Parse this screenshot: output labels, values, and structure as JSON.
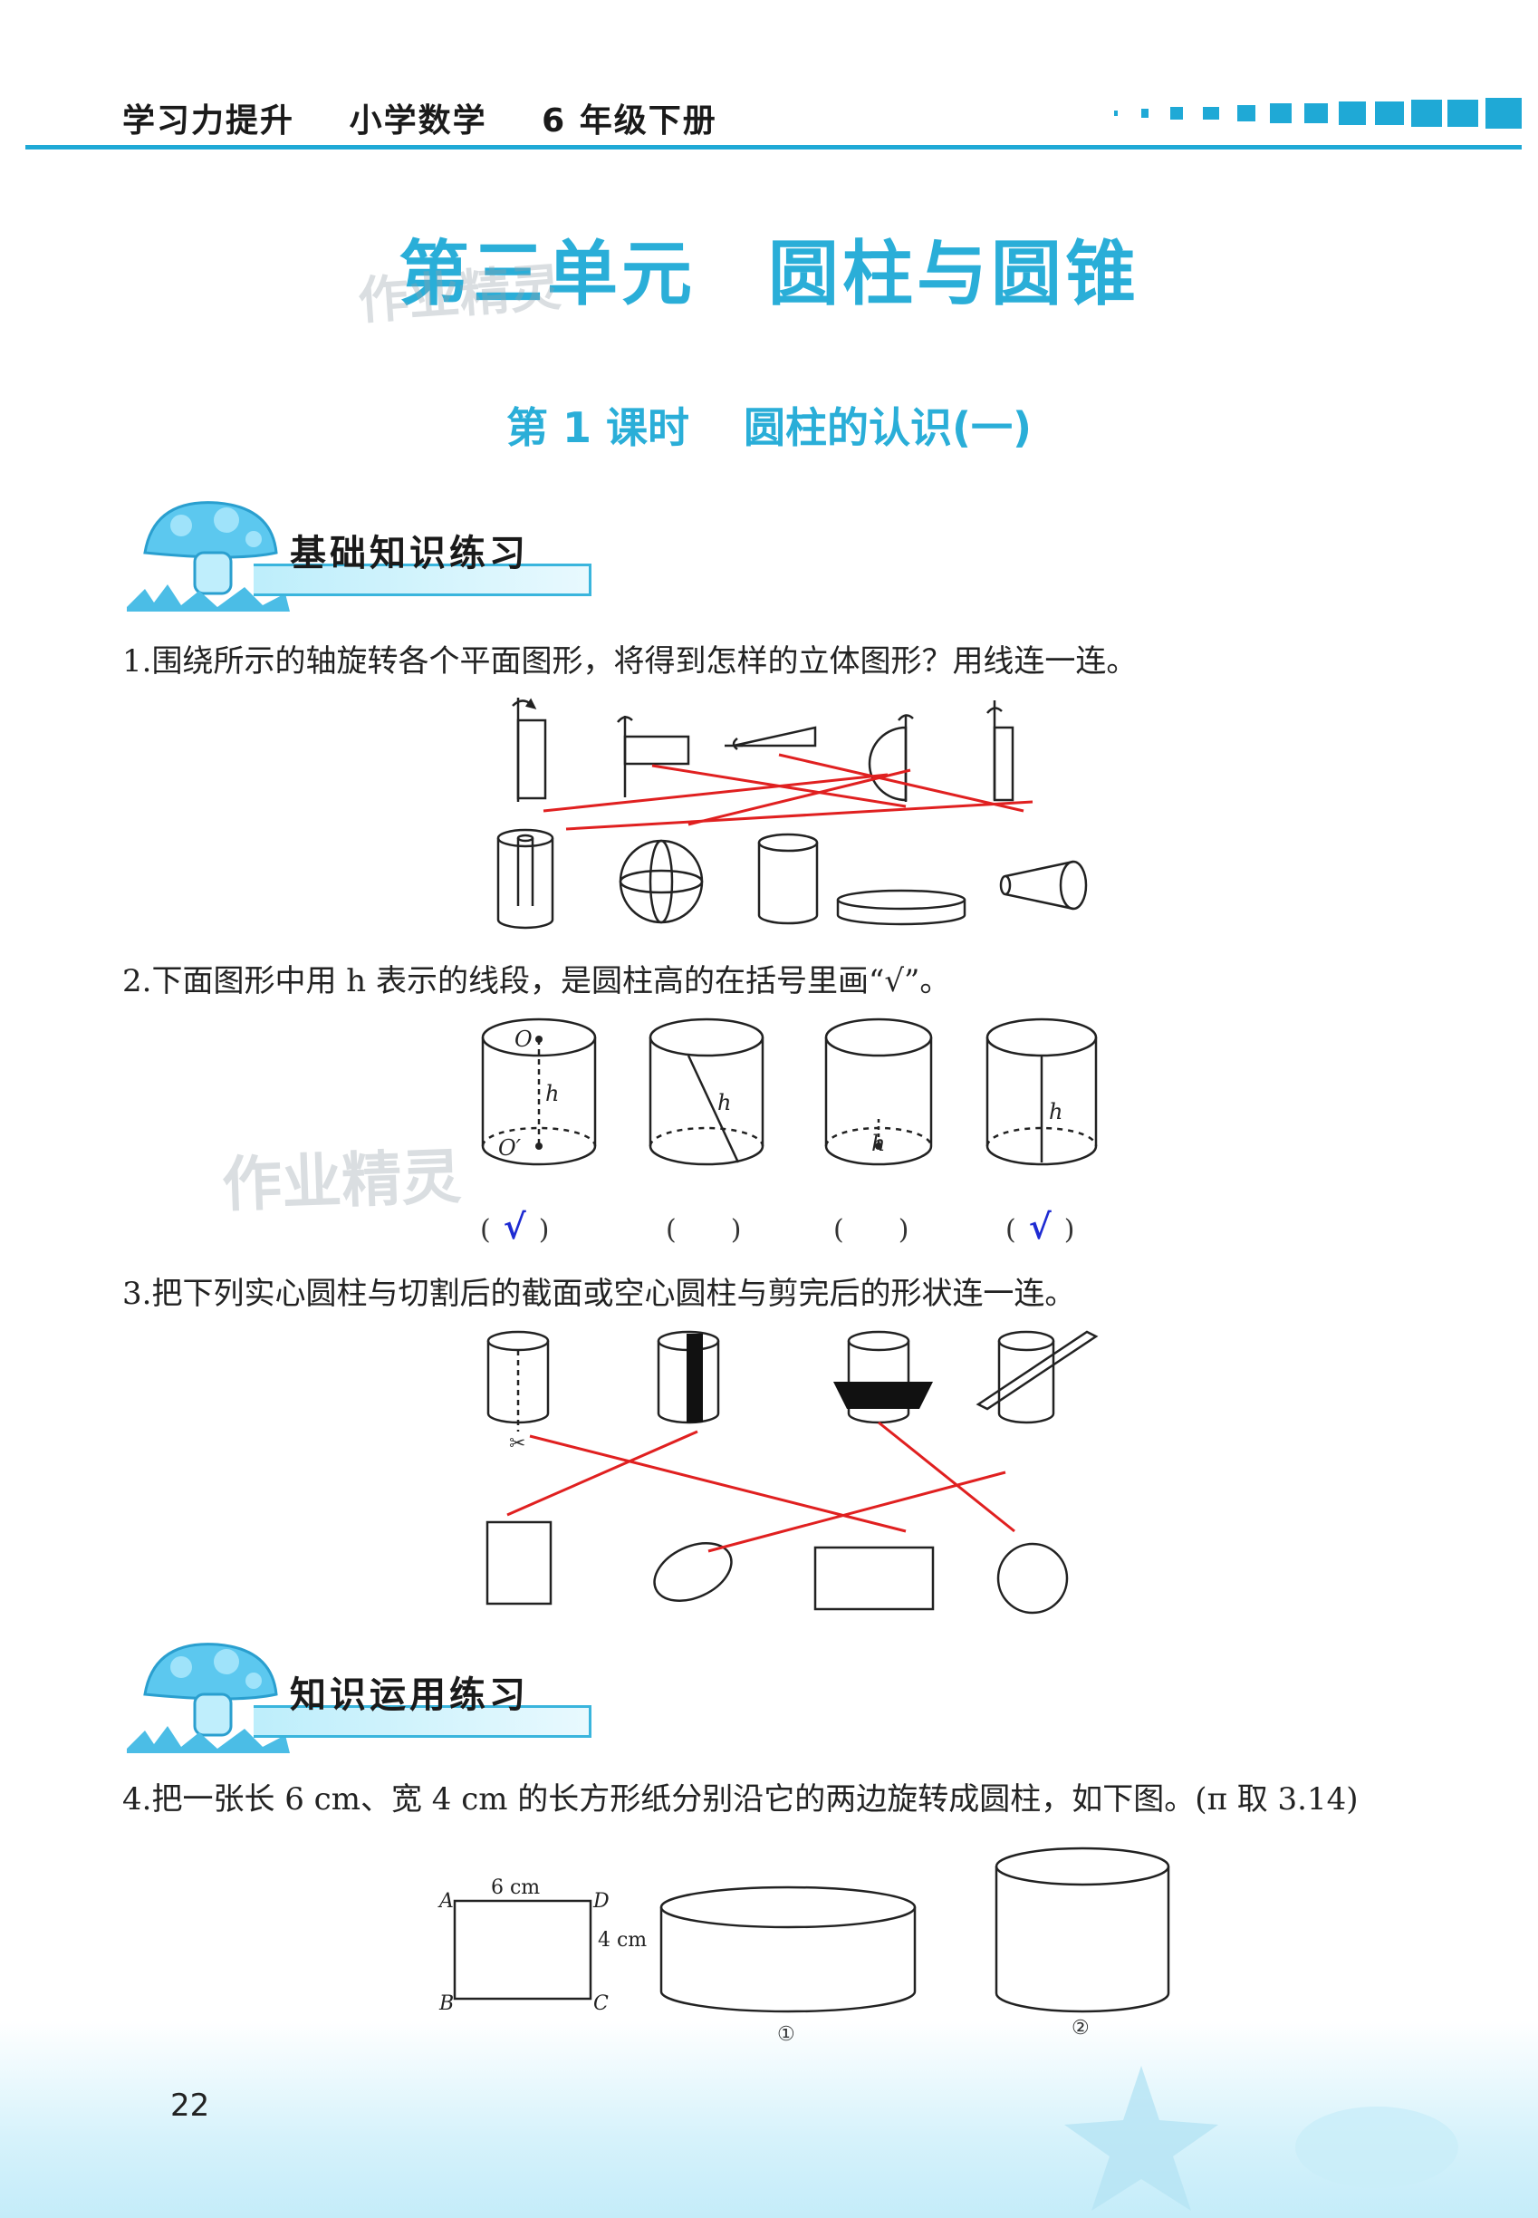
{
  "header": {
    "series": "学习力提升",
    "subject": "小学数学",
    "grade": "6 年级下册"
  },
  "unit_title": {
    "part1": "第三单元",
    "part2": "圆柱与圆锥"
  },
  "lesson": {
    "number": "第 1 课时",
    "name": "圆柱的认识(一)"
  },
  "sections": {
    "basic": "基础知识练习",
    "applied": "知识运用练习"
  },
  "questions": {
    "q1": "1.围绕所示的轴旋转各个平面图形，将得到怎样的立体图形？用线连一连。",
    "q2": "2.下面图形中用 h 表示的线段，是圆柱高的在括号里画“√”。",
    "q3": "3.把下列实心圆柱与切割后的截面或空心圆柱与剪完后的形状连一连。",
    "q4": "4.把一张长 6 cm、宽 4 cm 的长方形纸分别沿它的两边旋转成圆柱，如下图。(π 取 3.14)"
  },
  "q2_figures": {
    "labels": [
      "O",
      "h",
      "O′",
      "h",
      "h",
      "h"
    ],
    "answers": [
      "√",
      "",
      "",
      "√"
    ],
    "paren_open": "(",
    "paren_close": ")"
  },
  "q4_figure": {
    "length_label": "6 cm",
    "width_label": "4 cm",
    "vertices": [
      "A",
      "D",
      "B",
      "C"
    ],
    "captions": [
      "①",
      "②"
    ]
  },
  "watermark": "作业精灵",
  "page_number": "22",
  "colors": {
    "accent": "#2aaed8",
    "answer_line": "#e02020",
    "check": "#1e2bd2"
  }
}
